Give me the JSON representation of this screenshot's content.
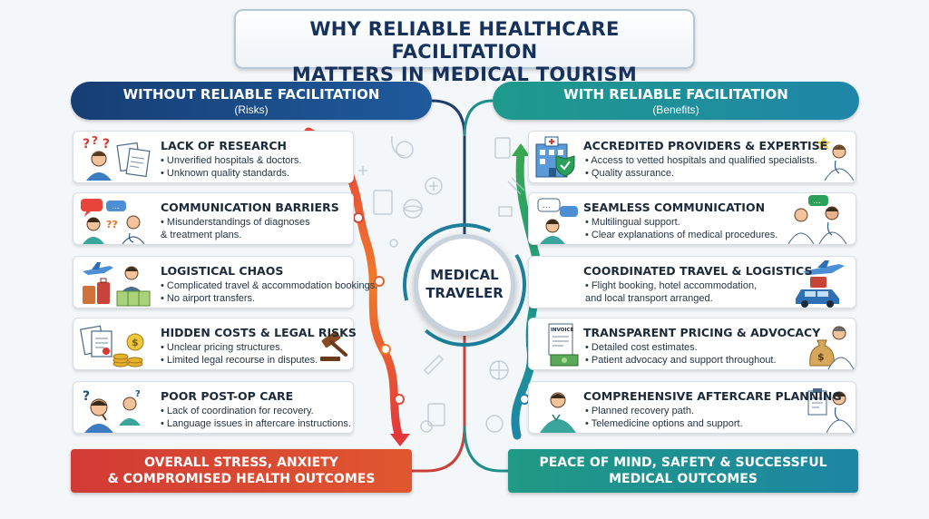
{
  "title": {
    "line1": "WHY RELIABLE HEALTHCARE FACILITATION",
    "line2": "MATTERS IN MEDICAL TOURISM"
  },
  "left_header": {
    "title": "WITHOUT RELIABLE FACILITATION",
    "subtitle": "(Risks)"
  },
  "right_header": {
    "title": "WITH RELIABLE FACILITATION",
    "subtitle": "(Benefits)"
  },
  "center": {
    "line1": "MEDICAL",
    "line2": "TRAVELER"
  },
  "risks": [
    {
      "title": "LACK OF  RESEARCH",
      "points": [
        "• Unverified hospitals & doctors.",
        "• Unknown quality standards."
      ]
    },
    {
      "title": "COMMUNICATION BARRIERS",
      "points": [
        "• Misunderstandings of diagnoses",
        "& treatment plans."
      ]
    },
    {
      "title": "LOGISTICAL CHAOS",
      "points": [
        "• Complicated travel & accommodation bookings.",
        "• No airport transfers."
      ]
    },
    {
      "title": "HIDDEN COSTS & LEGAL RISKS",
      "points": [
        "• Unclear pricing structures.",
        "• Limited legal recourse in disputes."
      ]
    },
    {
      "title": "POOR POST-OP CARE",
      "points": [
        "• Lack of coordination for recovery.",
        "• Language issues in aftercare instructions."
      ]
    }
  ],
  "benefits": [
    {
      "title": "ACCREDITED PROVIDERS & EXPERTISE",
      "points": [
        "• Access to vetted hospitals and qualified specialists.",
        "• Quality assurance."
      ]
    },
    {
      "title": "SEAMLESS COMMUNICATION",
      "points": [
        "• Multilingual support.",
        "• Clear explanations of medical procedures."
      ]
    },
    {
      "title": "COORDINATED TRAVEL & LOGISTICS",
      "points": [
        "• Flight booking, hotel accommodation,",
        "and local transport arranged."
      ]
    },
    {
      "title": "TRANSPARENT PRICING & ADVOCACY",
      "points": [
        "• Detailed cost estimates.",
        "• Patient advocacy and support throughout."
      ]
    },
    {
      "title": "COMPREHENSIVE AFTERCARE PLANNING",
      "points": [
        "• Planned recovery path.",
        "• Telemedicine options and support."
      ]
    }
  ],
  "outcomes": {
    "left": {
      "line1": "OVERALL STRESS, ANXIETY",
      "line2": "& COMPROMISED HEALTH OUTCOMES"
    },
    "right": {
      "line1": "PEACE OF MIND, SAFETY & SUCCESSFUL",
      "line2": "MEDICAL OUTCOMES"
    }
  },
  "icons": {
    "risk_icons": [
      "confused-person-documents-icon",
      "speech-bubbles-people-icon",
      "plane-luggage-map-icon",
      "gavel-money-documents-icon",
      "confused-patient-icon"
    ],
    "benefit_icons": [
      "hospital-shield-doctor-icon",
      "multilingual-doctors-icon",
      "plane-car-icon",
      "invoice-money-doctor-icon",
      "nurse-doctor-clipboard-icon"
    ],
    "invoice_label": "INVOICE"
  },
  "colors": {
    "navy": "#163e74",
    "teal": "#1e9a8c",
    "risk_red": "#d23a35",
    "risk_orange": "#f08a2a",
    "benefit_green": "#2aa05a"
  }
}
